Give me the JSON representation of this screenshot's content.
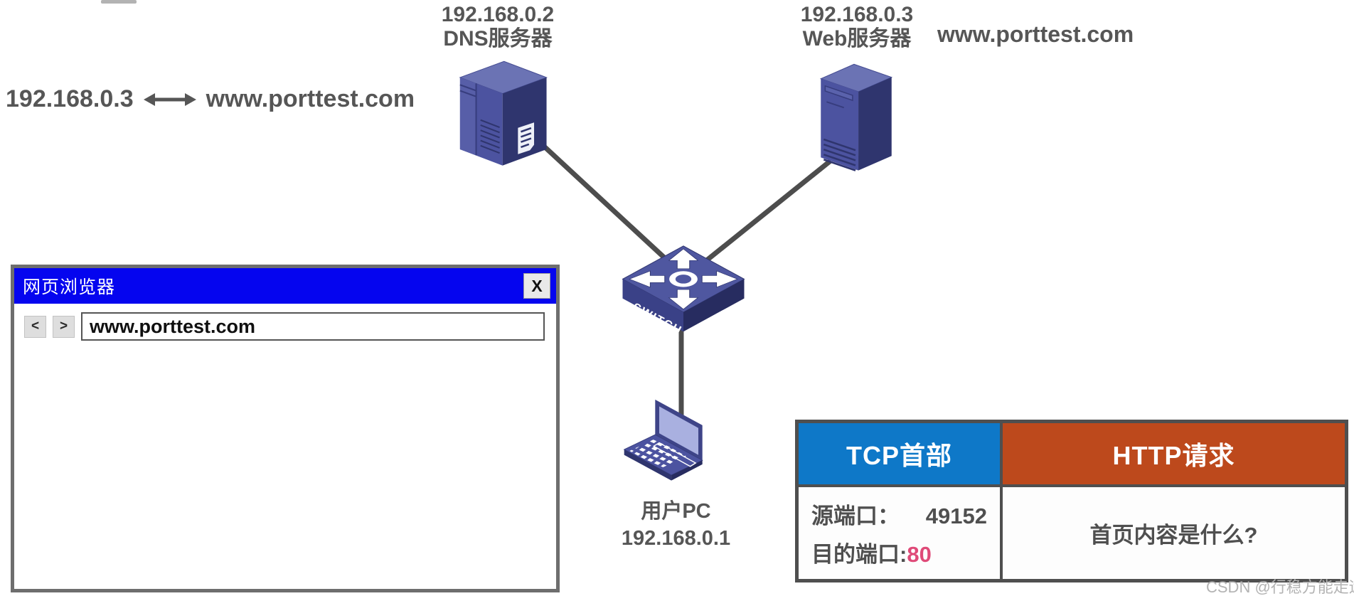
{
  "left_mapping": {
    "ip": "192.168.0.3",
    "domain": "www.porttest.com"
  },
  "dns_server": {
    "ip": "192.168.0.2",
    "name": "DNS服务器"
  },
  "web_server": {
    "ip": "192.168.0.3",
    "name": "Web服务器",
    "domain": "www.porttest.com"
  },
  "network_switch": {
    "label": "SWITCH"
  },
  "user_pc": {
    "name": "用户PC",
    "ip": "192.168.0.1"
  },
  "browser": {
    "title": "网页浏览器",
    "close_label": "X",
    "back_label": "<",
    "forward_label": ">",
    "address": "www.porttest.com"
  },
  "packet_table": {
    "tcp_header": {
      "label": "TCP首部",
      "color": "#0e78c8"
    },
    "http_request": {
      "label": "HTTP请求",
      "color": "#bd491c"
    },
    "source_port": {
      "label": "源端口：",
      "value": "49152"
    },
    "dest_port": {
      "label": "目的端口:",
      "value": "80",
      "value_color": "#df4a78"
    },
    "http_body": "首页内容是什么?"
  },
  "watermark": "CSDN @行稳方能走远",
  "colors": {
    "titlebar_blue": "#0505ef",
    "header_blue": "#0e78c8",
    "header_orange": "#bd491c",
    "port_highlight_pink": "#df4a78",
    "line_gray": "#4d4d4d",
    "text_gray": "#565656",
    "device_blue_top": "#6b73b4",
    "device_blue_face": "#4c53a0",
    "device_blue_dark": "#2f356e"
  }
}
